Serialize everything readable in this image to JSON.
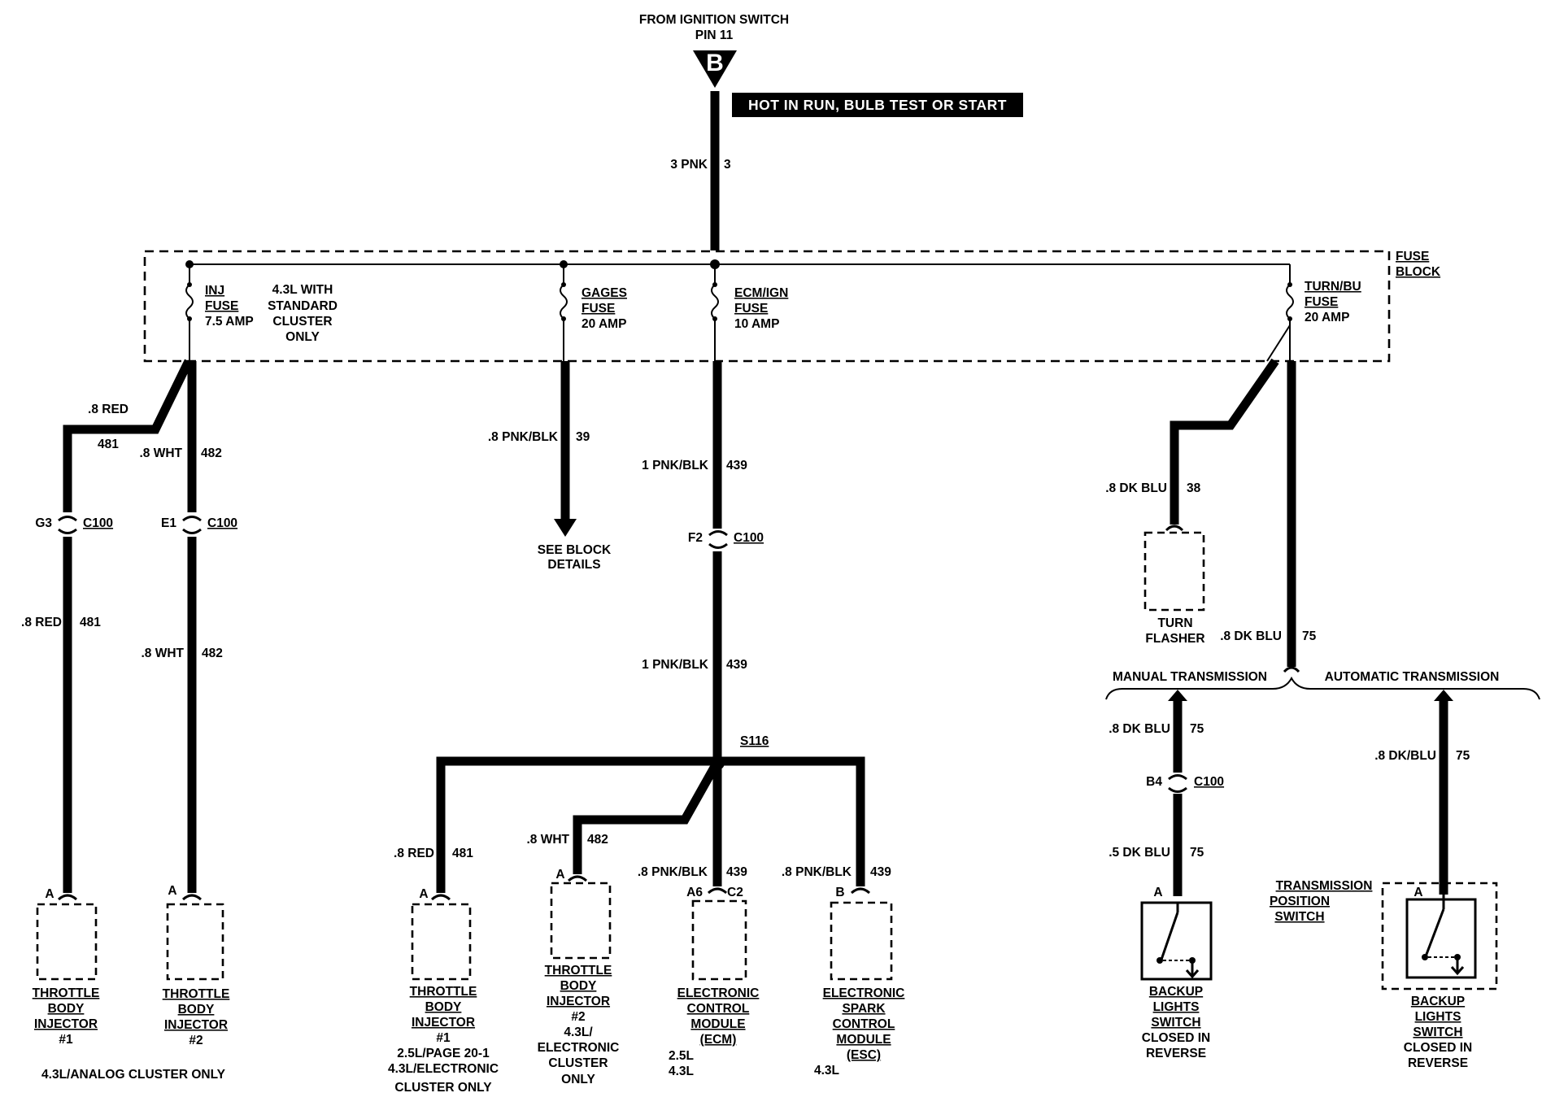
{
  "source": {
    "line1": "FROM IGNITION SWITCH",
    "line2": "PIN 11",
    "terminal": "B",
    "banner": "HOT IN RUN, BULB TEST OR START"
  },
  "main_wire": {
    "left": "3 PNK",
    "right": "3"
  },
  "fuse_block": {
    "line1": "FUSE",
    "line2": "BLOCK"
  },
  "fuses": {
    "inj": {
      "l1": "INJ",
      "l2": "FUSE",
      "l3": "7.5 AMP"
    },
    "inj_note": {
      "l1": "4.3L WITH",
      "l2": "STANDARD",
      "l3": "CLUSTER",
      "l4": "ONLY"
    },
    "gages": {
      "l1": "GAGES",
      "l2": "FUSE",
      "l3": "20 AMP"
    },
    "ecm": {
      "l1": "ECM/IGN",
      "l2": "FUSE",
      "l3": "10 AMP"
    },
    "turn": {
      "l1": "TURN/BU",
      "l2": "FUSE",
      "l3": "20 AMP"
    }
  },
  "wires": {
    "red481_top": {
      "color": ".8 RED",
      "num": "481"
    },
    "wht482_top": {
      "color": ".8 WHT",
      "num": "482"
    },
    "pnkblk39": {
      "color": ".8 PNK/BLK",
      "num": "39"
    },
    "pnkblk439_a": {
      "color": "1 PNK/BLK",
      "num": "439"
    },
    "pnkblk439_b": {
      "color": "1 PNK/BLK",
      "num": "439"
    },
    "dkblu38": {
      "color": ".8 DK BLU",
      "num": "38"
    },
    "dkblu75_main": {
      "color": ".8 DK BLU",
      "num": "75"
    },
    "red481_low": {
      "color": ".8 RED",
      "num": "481"
    },
    "wht482_low": {
      "color": ".8 WHT",
      "num": "482"
    },
    "tb_red481": {
      "color": ".8 RED",
      "num": "481"
    },
    "tb_wht482": {
      "color": ".8 WHT",
      "num": "482"
    },
    "ecm_439": {
      "color": ".8 PNK/BLK",
      "num": "439"
    },
    "esc_439": {
      "color": ".8 PNK/BLK",
      "num": "439"
    },
    "man_75a": {
      "color": ".8 DK BLU",
      "num": "75"
    },
    "man_75b": {
      "color": ".5 DK BLU",
      "num": "75"
    },
    "auto_75": {
      "color": ".8 DK/BLU",
      "num": "75"
    }
  },
  "connectors": {
    "g3": {
      "pin": "G3",
      "name": "C100"
    },
    "e1": {
      "pin": "E1",
      "name": "C100"
    },
    "f2": {
      "pin": "F2",
      "name": "C100"
    },
    "b4": {
      "pin": "B4",
      "name": "C100"
    },
    "ecm_pin": {
      "pin": "A6",
      "name": "C2"
    }
  },
  "splice": "S116",
  "see_block": {
    "l1": "SEE BLOCK",
    "l2": "DETAILS"
  },
  "pins": {
    "a": "A",
    "b": "B"
  },
  "transmission": {
    "manual": "MANUAL TRANSMISSION",
    "automatic": "AUTOMATIC TRANSMISSION",
    "tps1": "TRANSMISSION",
    "tps2": "POSITION",
    "tps3": "SWITCH"
  },
  "components": {
    "tbi1_left": {
      "l1": "THROTTLE",
      "l2": "BODY",
      "l3": "INJECTOR",
      "l4": "#1"
    },
    "tbi2_left": {
      "l1": "THROTTLE",
      "l2": "BODY",
      "l3": "INJECTOR",
      "l4": "#2"
    },
    "analog_note": "4.3L/ANALOG CLUSTER ONLY",
    "tbi1_mid": {
      "l1": "THROTTLE",
      "l2": "BODY",
      "l3": "INJECTOR",
      "l4": "#1",
      "l5": "2.5L/PAGE 20-1",
      "l6": "4.3L/ELECTRONIC",
      "l7": "CLUSTER ONLY"
    },
    "tbi2_mid": {
      "l1": "THROTTLE",
      "l2": "BODY",
      "l3": "INJECTOR",
      "l4": "#2",
      "l5": "4.3L/",
      "l6": "ELECTRONIC",
      "l7": "CLUSTER",
      "l8": "ONLY"
    },
    "ecm": {
      "l1": "ELECTRONIC",
      "l2": "CONTROL",
      "l3": "MODULE",
      "l4": "(ECM)",
      "l5": "2.5L",
      "l6": "4.3L"
    },
    "esc": {
      "l1": "ELECTRONIC",
      "l2": "SPARK",
      "l3": "CONTROL",
      "l4": "MODULE",
      "l5": "(ESC)",
      "l6": "4.3L"
    },
    "flasher": {
      "l1": "TURN",
      "l2": "FLASHER"
    },
    "backup_man": {
      "l1": "BACKUP",
      "l2": "LIGHTS",
      "l3": "SWITCH",
      "l4": "CLOSED IN",
      "l5": "REVERSE"
    },
    "backup_auto": {
      "l1": "BACKUP",
      "l2": "LIGHTS",
      "l3": "SWITCH",
      "l4": "CLOSED IN",
      "l5": "REVERSE"
    }
  }
}
